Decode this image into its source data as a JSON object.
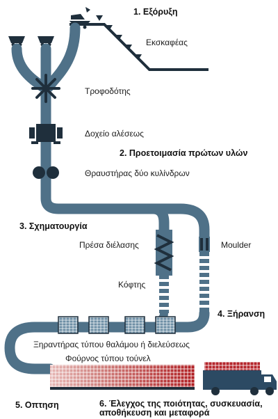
{
  "stages": {
    "extraction": "1. Εξόρυξη",
    "preparation": "2. Προετοιμασία πρώτων υλών",
    "forming": "3. Σχηματουργία",
    "drying": "4. Ξήρανση",
    "firing": "5. Οπτηση",
    "quality_line1": "6. Έλεγχος της ποιότητας, συσκευασία,",
    "quality_line2": "αποθήκευση και μεταφορά"
  },
  "labels": {
    "excavator": "Εκσκαφέας",
    "feeder": "Τροφοδότης",
    "grinding_tank": "Δοχείο αλέσεως",
    "crusher": "Θραυστήρας δύο κυλίνδρων",
    "extrusion_press": "Πρέσα διέλασης",
    "moulder": "Moulder",
    "cutter": "Κόφτης",
    "dryer": "Ξηραντήρας τύπου θαλάμου ή διελεύσεως",
    "kiln": "Φούρνος τύπου τούνελ"
  },
  "colors": {
    "pipe": "#4f7188",
    "pipe_light": "#6d8ea5",
    "machine": "#1f2f3c",
    "dryer_rack": "#8fa7b9",
    "kiln_cold": "#d9a0a0",
    "kiln_hot": "#b01e22",
    "truck": "#2c4a63",
    "truck_bricks": "#b5252b"
  }
}
